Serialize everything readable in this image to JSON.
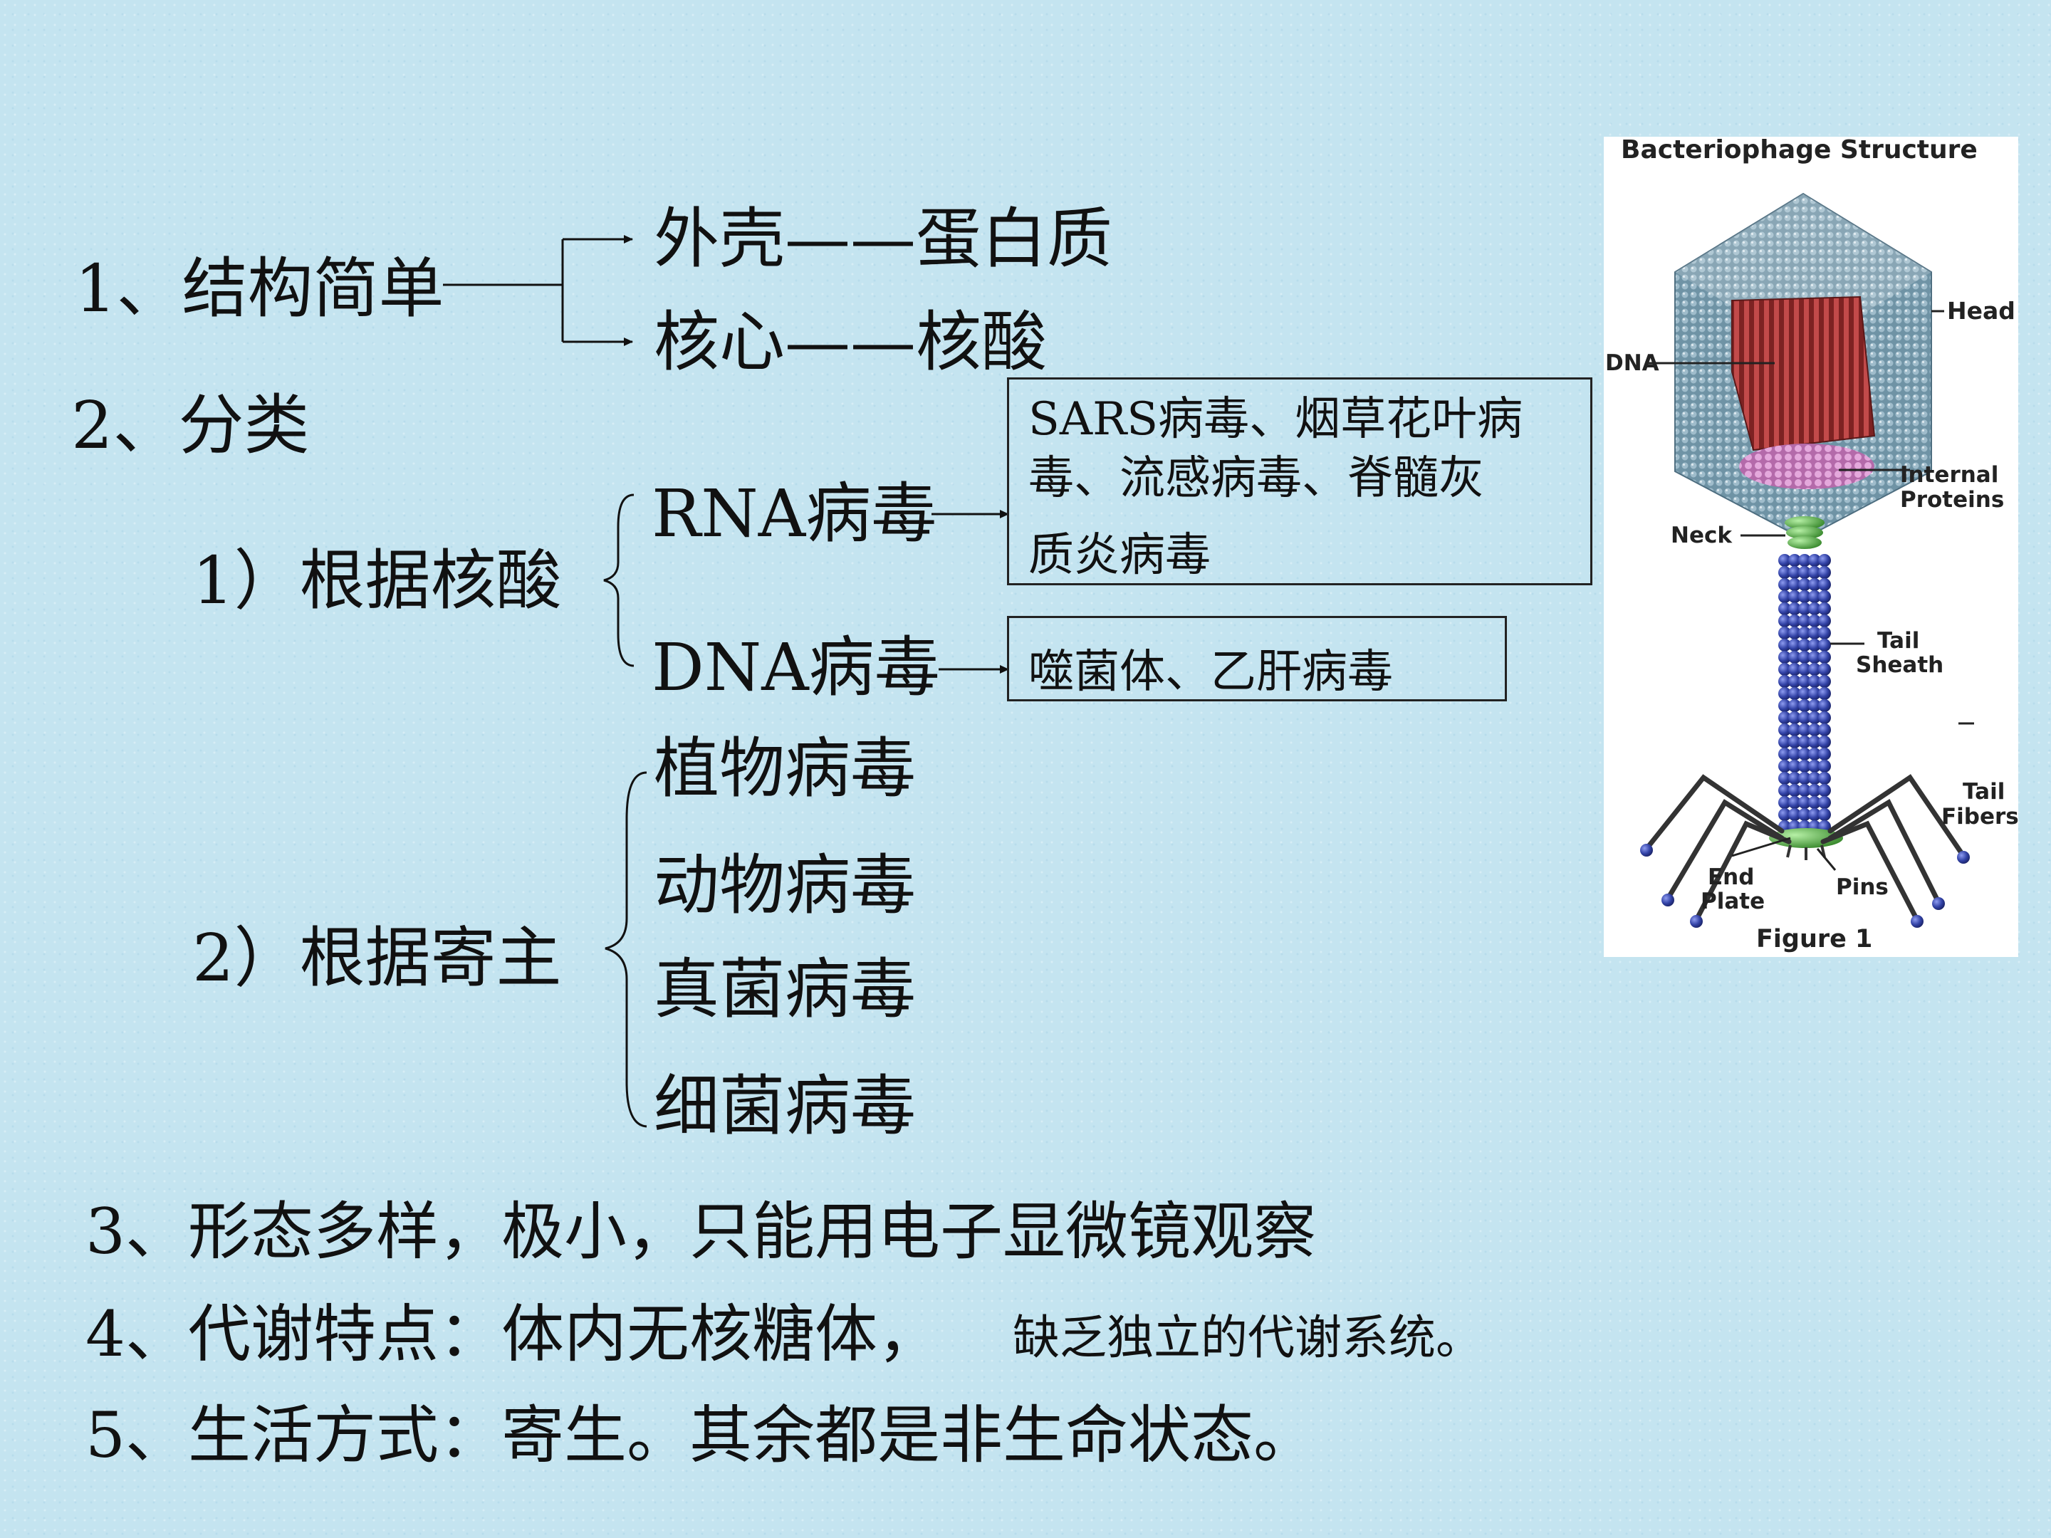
{
  "structure": {
    "label": "1、结构简单",
    "shell": "外壳——蛋白质",
    "core": "核心——核酸"
  },
  "classification": {
    "label": "2、分类",
    "by_nucleic_acid": {
      "label": "1）根据核酸",
      "rna": "RNA病毒",
      "rna_examples": [
        "SARS病毒、烟草花叶病",
        "毒、流感病毒、脊髓灰",
        "质炎病毒"
      ],
      "dna": "DNA病毒",
      "dna_examples": "噬菌体、乙肝病毒"
    },
    "by_host": {
      "label": "2）根据寄主",
      "items": [
        "植物病毒",
        "动物病毒",
        "真菌病毒",
        "细菌病毒"
      ]
    }
  },
  "points": {
    "p3": "3、形态多样，极小，只能用电子显微镜观察",
    "p4_main": "4、代谢特点：体内无核糖体，",
    "p4_tail": "缺乏独立的代谢系统。",
    "p5": "5、生活方式：寄生。其余都是非生命状态。"
  },
  "figure": {
    "title": "Bacteriophage Structure",
    "caption": "Figure 1",
    "labels": {
      "head": "Head",
      "dna": "DNA",
      "internal_1": "Internal",
      "internal_2": "Proteins",
      "neck": "Neck",
      "tail_1": "Tail",
      "tail_2": "Sheath",
      "fibers_1": "Tail",
      "fibers_2": "Fibers",
      "end_1": "End",
      "end_2": "Plate",
      "pins": "Pins"
    },
    "colors": {
      "capsid": "#6f93a5",
      "dna": "#a33a3a",
      "proteins": "#d88fd0",
      "neck": "#58b848",
      "sheath": "#3948a8",
      "fibers": "#3a3a3a"
    }
  }
}
